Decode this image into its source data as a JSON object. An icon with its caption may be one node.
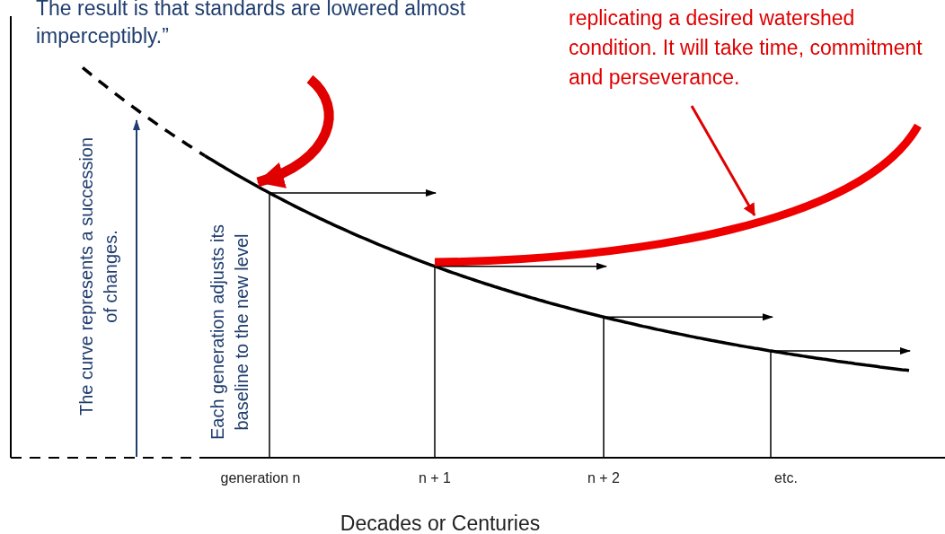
{
  "diagram": {
    "nodes": [
      {
        "text": [
          "The result is that standards are lowered almost imperceptibly.”"
        ]
      },
      {
        "text": [
          "replicating a desired watershed condition. It will take time, commitment and perseverance."
        ]
      }
    ],
    "edges": [
      {
        "from": 0,
        "to": null,
        "arrow": "to",
        "style": "thick",
        "color": "#e00000"
      },
      {
        "from": 1,
        "to": null,
        "arrow": "to",
        "color": "#e00000"
      }
    ],
    "labels": [
      "The curve represents a succession of changes.",
      "Each generation adjusts its baseline to the new level",
      "generation n",
      "n + 1",
      "n + 2",
      "etc.",
      "Decades or Centuries"
    ]
  }
}
